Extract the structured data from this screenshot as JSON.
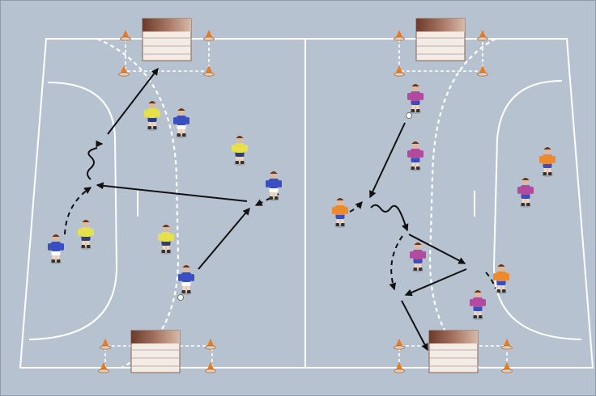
{
  "colors": {
    "background": "#b7c2d1",
    "court_line": "#ffffff",
    "arrow": "#111111",
    "cone": "#e87a1f",
    "team_blue_shirt": "#3a4ec2",
    "team_yellow_shirt": "#e6e04a",
    "team_orange_shirt": "#ec8a2c",
    "team_magenta_shirt": "#b24a9e"
  },
  "icons": {
    "cone": "cone-icon",
    "goal": "mini-goal-icon",
    "ball": "ball-icon",
    "player": "player-figure-icon"
  },
  "legend": {
    "solid_arrow": "pass",
    "dashed_arrow": "run",
    "wavy_arrow": "dribble"
  }
}
